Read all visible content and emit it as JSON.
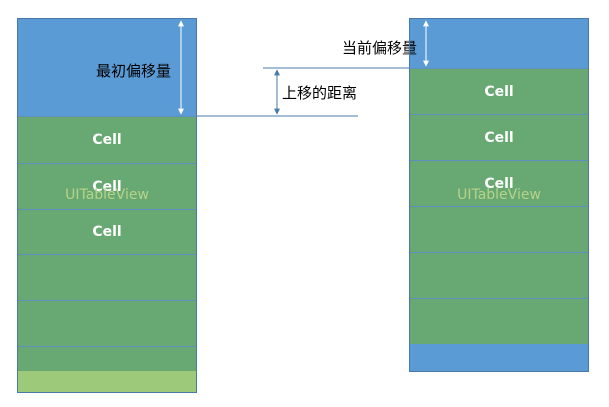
{
  "left_table": {
    "offset_label": "最初偏移量",
    "watermark": "UITableView",
    "cells": [
      "Cell",
      "Cell",
      "Cell",
      "",
      "",
      ""
    ]
  },
  "right_table": {
    "offset_label": "当前偏移量",
    "watermark": "UITableView",
    "cells": [
      "Cell",
      "Cell",
      "Cell",
      "",
      "",
      ""
    ]
  },
  "shift_label": "上移的距离",
  "colors": {
    "header_blue": "#5b9bd5",
    "cell_green": "#68a872",
    "footer_light_green": "#9cc97a",
    "watermark": "#b7d38a",
    "line": "#4a78a8"
  }
}
